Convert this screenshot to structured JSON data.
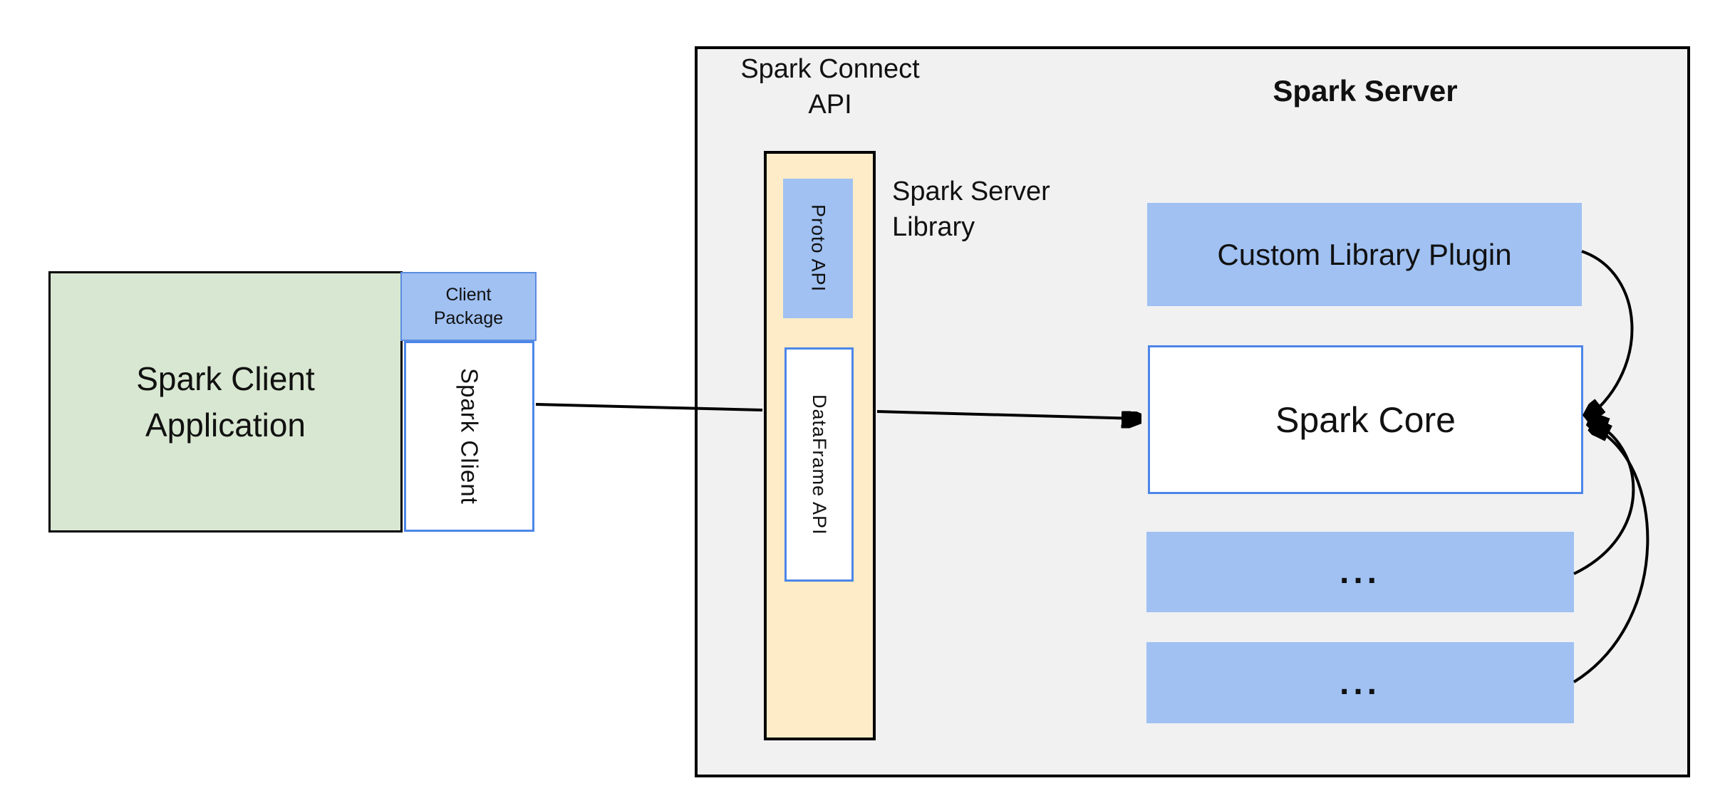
{
  "colors": {
    "canvas_bg": "#ffffff",
    "server_panel_bg": "#f1f1f2",
    "panel_border": "#000000",
    "client_app_green": "#d8e7d1",
    "accent_blue_fill": "#a0c1f2",
    "accent_blue_border": "#4c86e8",
    "package_border": "#5b8ce0",
    "connect_api_cream": "#fdecc7",
    "arrow_black": "#000000",
    "text_color": "#111111"
  },
  "labels": {
    "spark_connect_api": "Spark Connect\nAPI",
    "spark_server_title": "Spark Server",
    "spark_server_library": "Spark Server\nLibrary",
    "client_application": "Spark Client\nApplication",
    "client_package": "Client\nPackage",
    "spark_client": "Spark Client",
    "proto_api": "Proto  API",
    "dataframe_api": "DataFrame API",
    "custom_library_plugin": "Custom Library Plugin",
    "spark_core": "Spark Core",
    "plugin_placeholder_1": "...",
    "plugin_placeholder_2": "..."
  }
}
